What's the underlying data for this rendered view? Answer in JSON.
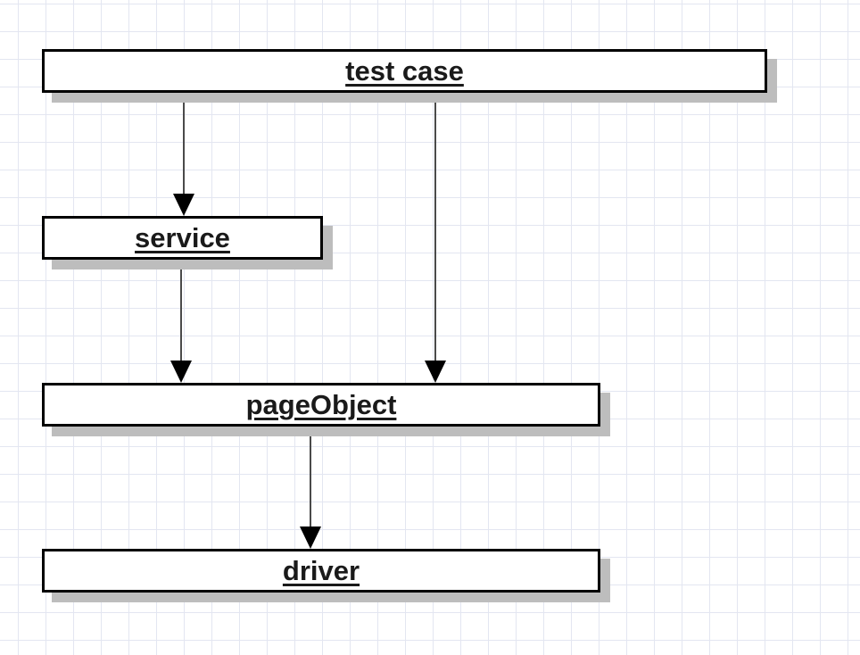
{
  "diagram": {
    "nodes": [
      {
        "id": "test-case",
        "label": "test case"
      },
      {
        "id": "service",
        "label": "service"
      },
      {
        "id": "pageobject",
        "label": "pageObject"
      },
      {
        "id": "driver",
        "label": "driver"
      }
    ],
    "edges": [
      {
        "from": "test-case",
        "to": "service"
      },
      {
        "from": "test-case",
        "to": "pageobject"
      },
      {
        "from": "service",
        "to": "pageobject"
      },
      {
        "from": "pageobject",
        "to": "driver"
      }
    ]
  },
  "colors": {
    "grid": "#e3e6f1",
    "node_border": "#000000",
    "node_shadow": "#bdbdbd",
    "arrow": "#4a4a4a"
  }
}
